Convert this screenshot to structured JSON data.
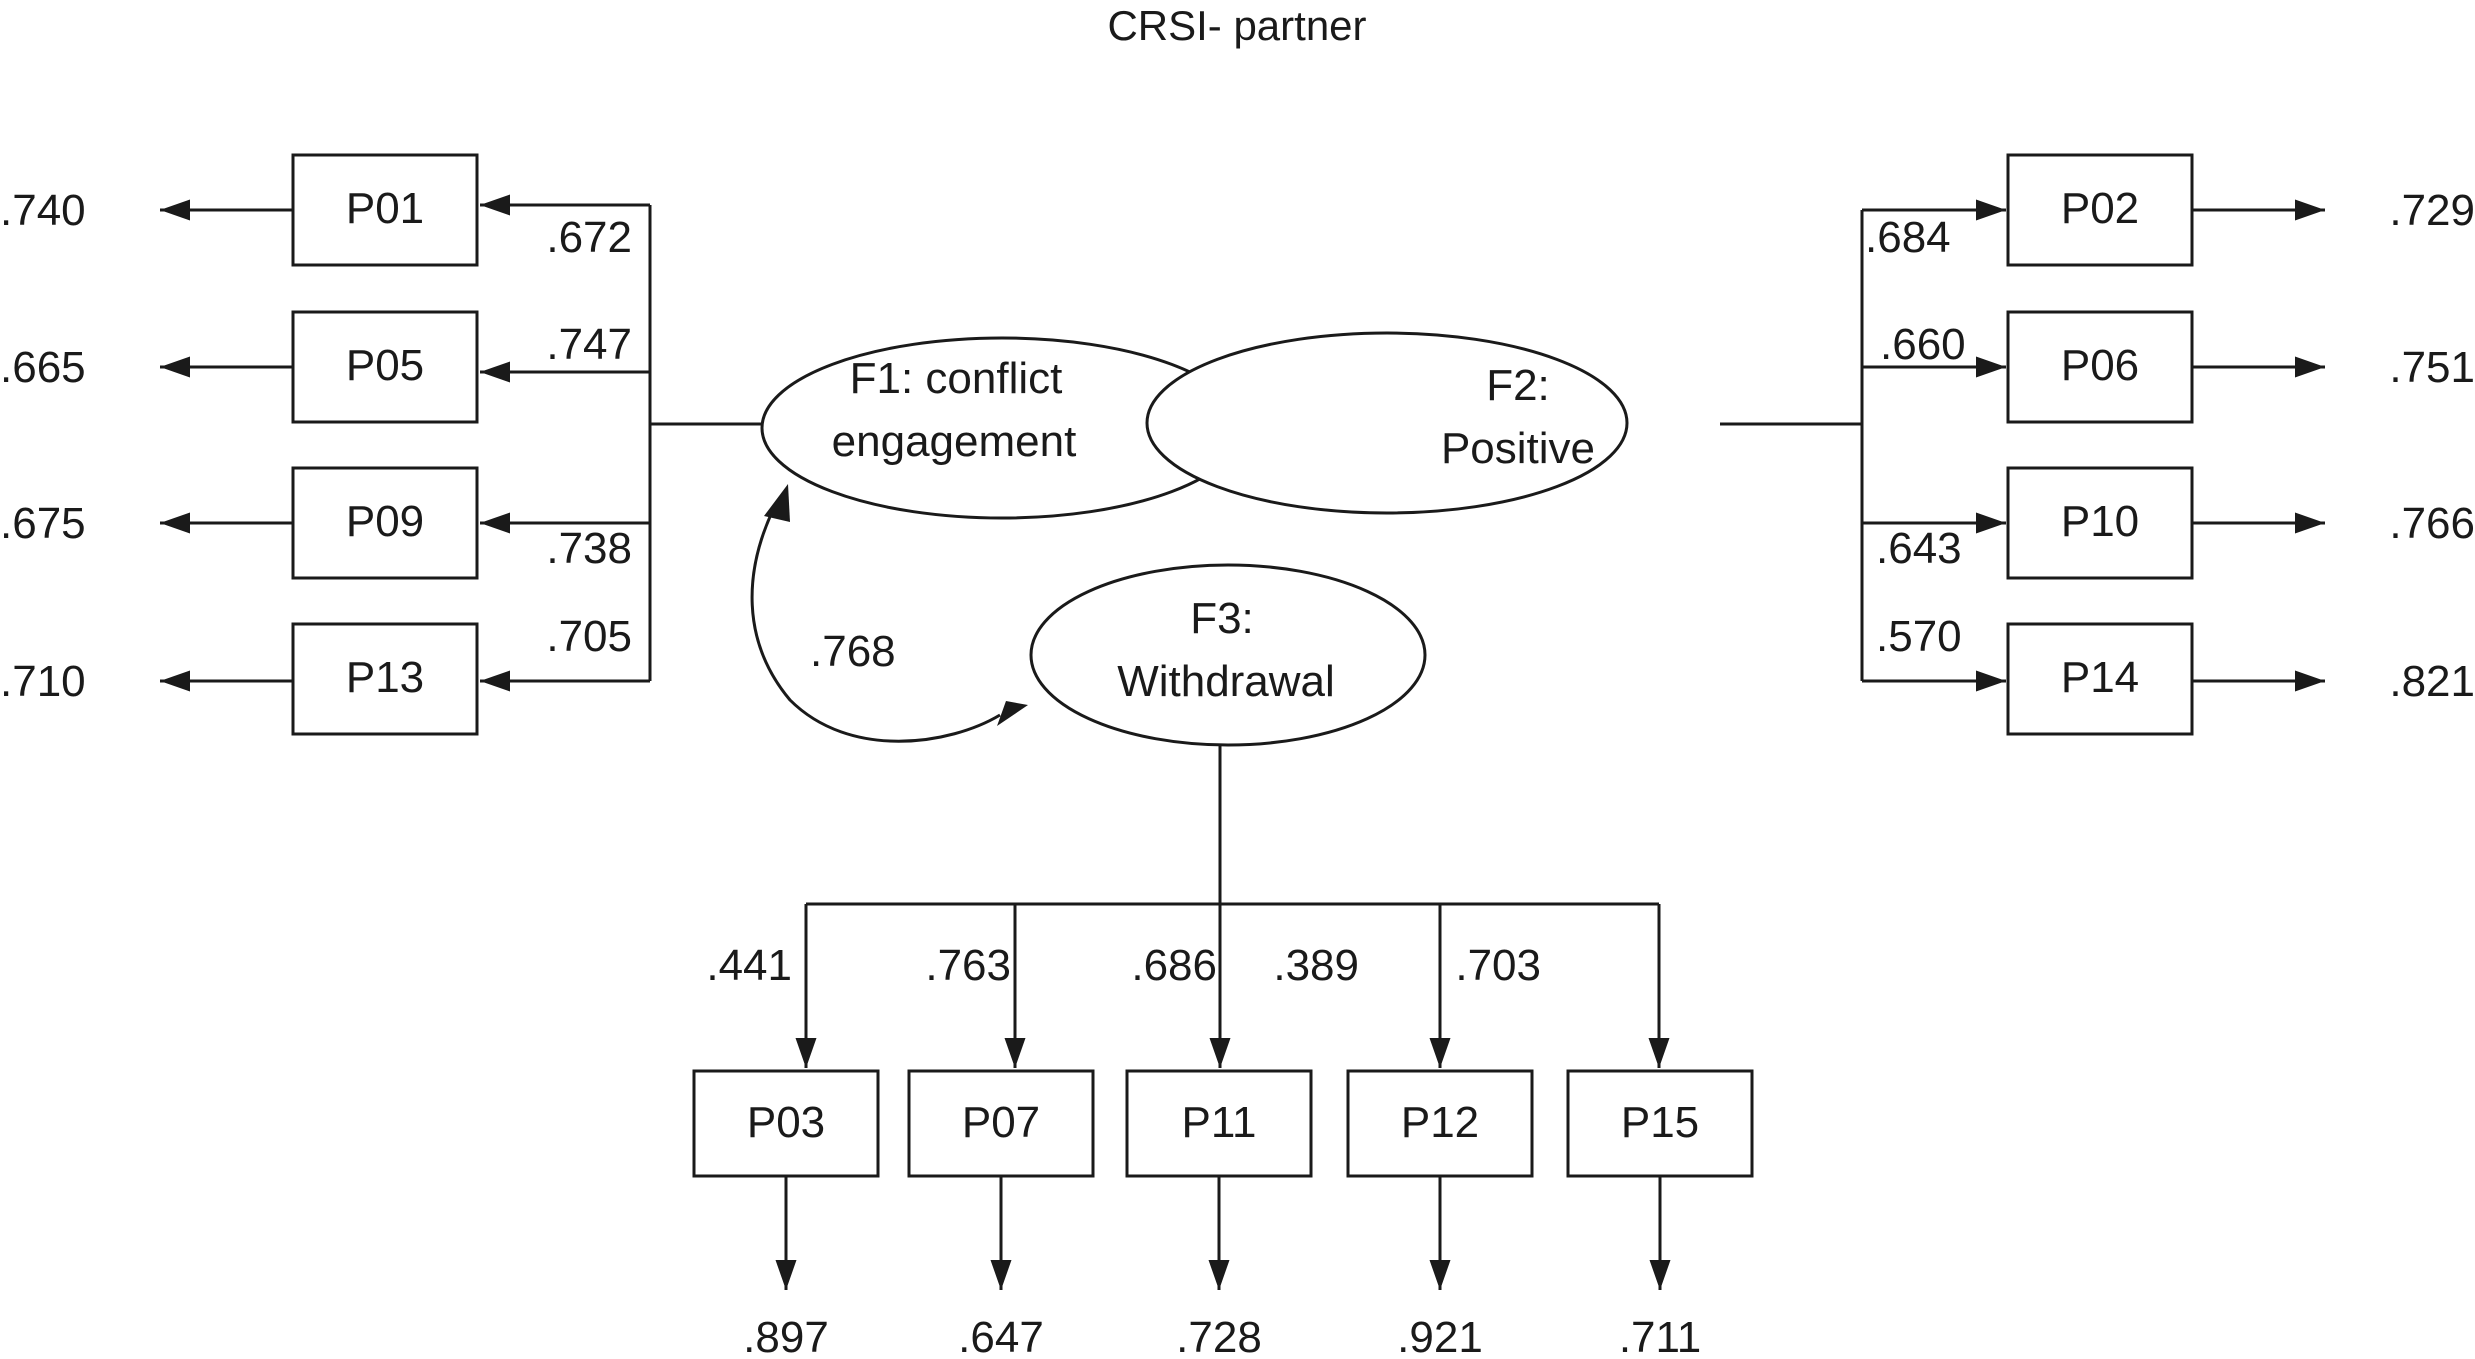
{
  "title": "CRSI- partner",
  "factors": {
    "f1": {
      "line1": "F1: conflict",
      "line2": "engagement"
    },
    "f2": {
      "line1": "F2:",
      "line2": "Positive"
    },
    "f3": {
      "line1": "F3:",
      "line2": "Withdrawal"
    }
  },
  "correlation_f1_f3": ".768",
  "f1_items": [
    {
      "item": "P01",
      "loading": ".672",
      "error": ".740"
    },
    {
      "item": "P05",
      "loading": ".747",
      "error": ".665"
    },
    {
      "item": "P09",
      "loading": ".738",
      "error": ".675"
    },
    {
      "item": "P13",
      "loading": ".705",
      "error": ".710"
    }
  ],
  "f2_items": [
    {
      "item": "P02",
      "loading": ".684",
      "error": ".729"
    },
    {
      "item": "P06",
      "loading": ".660",
      "error": ".751"
    },
    {
      "item": "P10",
      "loading": ".643",
      "error": ".766"
    },
    {
      "item": "P14",
      "loading": ".570",
      "error": ".821"
    }
  ],
  "f3_items": [
    {
      "item": "P03",
      "loading": ".441",
      "error": ".897"
    },
    {
      "item": "P07",
      "loading": ".763",
      "error": ".647"
    },
    {
      "item": "P11",
      "loading": ".686",
      "error": ".728"
    },
    {
      "item": "P12",
      "loading": ".389",
      "error": ".921"
    },
    {
      "item": "P15",
      "loading": ".703",
      "error": ".711"
    }
  ]
}
